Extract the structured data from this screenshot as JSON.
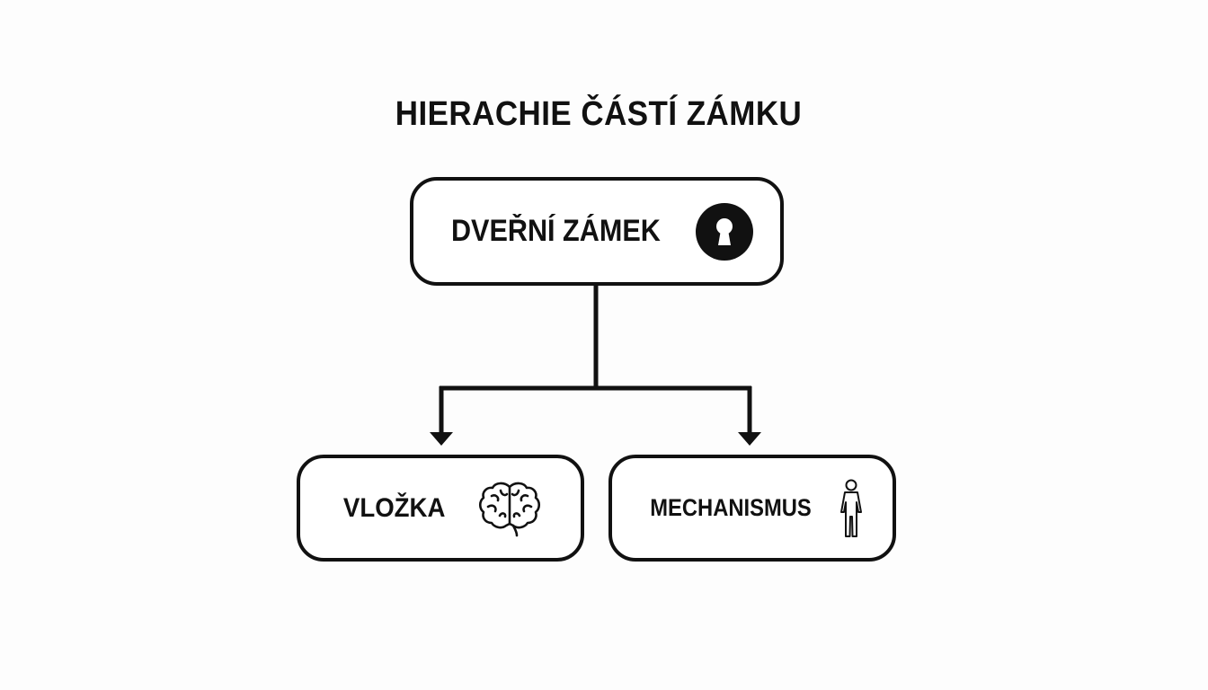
{
  "title": "HIERACHIE ČÁSTÍ ZÁMKU",
  "root": {
    "label": "DVEŘNÍ ZÁMEK",
    "icon": "keyhole-icon"
  },
  "children": [
    {
      "label": "VLOŽKA",
      "icon": "brain-icon"
    },
    {
      "label": "MECHANISMUS",
      "icon": "person-icon"
    }
  ],
  "colors": {
    "stroke": "#111111",
    "background": "#fdfdfd",
    "node_fill": "#ffffff"
  }
}
